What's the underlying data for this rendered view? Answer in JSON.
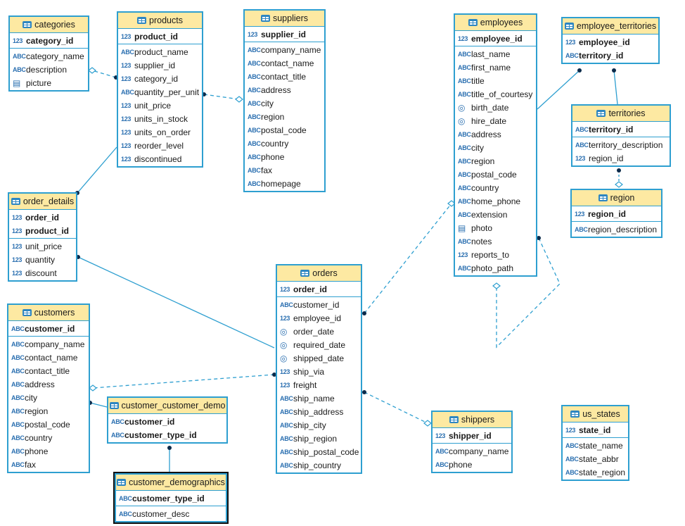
{
  "icons": {
    "num": "123",
    "text": "ABC",
    "date": "◎",
    "blob": "▤"
  },
  "entities": {
    "categories": {
      "title": "categories",
      "keys": [
        {
          "t": "num",
          "n": "category_id"
        }
      ],
      "cols": [
        {
          "t": "text",
          "n": "category_name"
        },
        {
          "t": "text",
          "n": "description"
        },
        {
          "t": "blob",
          "n": "picture"
        }
      ]
    },
    "products": {
      "title": "products",
      "keys": [
        {
          "t": "num",
          "n": "product_id"
        }
      ],
      "cols": [
        {
          "t": "text",
          "n": "product_name"
        },
        {
          "t": "num",
          "n": "supplier_id"
        },
        {
          "t": "num",
          "n": "category_id"
        },
        {
          "t": "text",
          "n": "quantity_per_unit"
        },
        {
          "t": "num",
          "n": "unit_price"
        },
        {
          "t": "num",
          "n": "units_in_stock"
        },
        {
          "t": "num",
          "n": "units_on_order"
        },
        {
          "t": "num",
          "n": "reorder_level"
        },
        {
          "t": "num",
          "n": "discontinued"
        }
      ]
    },
    "suppliers": {
      "title": "suppliers",
      "keys": [
        {
          "t": "num",
          "n": "supplier_id"
        }
      ],
      "cols": [
        {
          "t": "text",
          "n": "company_name"
        },
        {
          "t": "text",
          "n": "contact_name"
        },
        {
          "t": "text",
          "n": "contact_title"
        },
        {
          "t": "text",
          "n": "address"
        },
        {
          "t": "text",
          "n": "city"
        },
        {
          "t": "text",
          "n": "region"
        },
        {
          "t": "text",
          "n": "postal_code"
        },
        {
          "t": "text",
          "n": "country"
        },
        {
          "t": "text",
          "n": "phone"
        },
        {
          "t": "text",
          "n": "fax"
        },
        {
          "t": "text",
          "n": "homepage"
        }
      ]
    },
    "employees": {
      "title": "employees",
      "keys": [
        {
          "t": "num",
          "n": "employee_id"
        }
      ],
      "cols": [
        {
          "t": "text",
          "n": "last_name"
        },
        {
          "t": "text",
          "n": "first_name"
        },
        {
          "t": "text",
          "n": "title"
        },
        {
          "t": "text",
          "n": "title_of_courtesy"
        },
        {
          "t": "date",
          "n": "birth_date"
        },
        {
          "t": "date",
          "n": "hire_date"
        },
        {
          "t": "text",
          "n": "address"
        },
        {
          "t": "text",
          "n": "city"
        },
        {
          "t": "text",
          "n": "region"
        },
        {
          "t": "text",
          "n": "postal_code"
        },
        {
          "t": "text",
          "n": "country"
        },
        {
          "t": "text",
          "n": "home_phone"
        },
        {
          "t": "text",
          "n": "extension"
        },
        {
          "t": "blob",
          "n": "photo"
        },
        {
          "t": "text",
          "n": "notes"
        },
        {
          "t": "num",
          "n": "reports_to"
        },
        {
          "t": "text",
          "n": "photo_path"
        }
      ]
    },
    "employee_territories": {
      "title": "employee_territories",
      "keys": [
        {
          "t": "num",
          "n": "employee_id"
        },
        {
          "t": "text",
          "n": "territory_id"
        }
      ],
      "cols": []
    },
    "territories": {
      "title": "territories",
      "keys": [
        {
          "t": "text",
          "n": "territory_id"
        }
      ],
      "cols": [
        {
          "t": "text",
          "n": "territory_description"
        },
        {
          "t": "num",
          "n": "region_id"
        }
      ]
    },
    "region": {
      "title": "region",
      "keys": [
        {
          "t": "num",
          "n": "region_id"
        }
      ],
      "cols": [
        {
          "t": "text",
          "n": "region_description"
        }
      ]
    },
    "order_details": {
      "title": "order_details",
      "keys": [
        {
          "t": "num",
          "n": "order_id"
        },
        {
          "t": "num",
          "n": "product_id"
        }
      ],
      "cols": [
        {
          "t": "num",
          "n": "unit_price"
        },
        {
          "t": "num",
          "n": "quantity"
        },
        {
          "t": "num",
          "n": "discount"
        }
      ]
    },
    "orders": {
      "title": "orders",
      "keys": [
        {
          "t": "num",
          "n": "order_id"
        }
      ],
      "cols": [
        {
          "t": "text",
          "n": "customer_id"
        },
        {
          "t": "num",
          "n": "employee_id"
        },
        {
          "t": "date",
          "n": "order_date"
        },
        {
          "t": "date",
          "n": "required_date"
        },
        {
          "t": "date",
          "n": "shipped_date"
        },
        {
          "t": "num",
          "n": "ship_via"
        },
        {
          "t": "num",
          "n": "freight"
        },
        {
          "t": "text",
          "n": "ship_name"
        },
        {
          "t": "text",
          "n": "ship_address"
        },
        {
          "t": "text",
          "n": "ship_city"
        },
        {
          "t": "text",
          "n": "ship_region"
        },
        {
          "t": "text",
          "n": "ship_postal_code"
        },
        {
          "t": "text",
          "n": "ship_country"
        }
      ]
    },
    "customers": {
      "title": "customers",
      "keys": [
        {
          "t": "text",
          "n": "customer_id"
        }
      ],
      "cols": [
        {
          "t": "text",
          "n": "company_name"
        },
        {
          "t": "text",
          "n": "contact_name"
        },
        {
          "t": "text",
          "n": "contact_title"
        },
        {
          "t": "text",
          "n": "address"
        },
        {
          "t": "text",
          "n": "city"
        },
        {
          "t": "text",
          "n": "region"
        },
        {
          "t": "text",
          "n": "postal_code"
        },
        {
          "t": "text",
          "n": "country"
        },
        {
          "t": "text",
          "n": "phone"
        },
        {
          "t": "text",
          "n": "fax"
        }
      ]
    },
    "customer_customer_demo": {
      "title": "customer_customer_demo",
      "keys": [
        {
          "t": "text",
          "n": "customer_id"
        },
        {
          "t": "text",
          "n": "customer_type_id"
        }
      ],
      "cols": []
    },
    "customer_demographics": {
      "title": "customer_demographics",
      "keys": [
        {
          "t": "text",
          "n": "customer_type_id"
        }
      ],
      "cols": [
        {
          "t": "text",
          "n": "customer_desc"
        }
      ]
    },
    "shippers": {
      "title": "shippers",
      "keys": [
        {
          "t": "num",
          "n": "shipper_id"
        }
      ],
      "cols": [
        {
          "t": "text",
          "n": "company_name"
        },
        {
          "t": "text",
          "n": "phone"
        }
      ]
    },
    "us_states": {
      "title": "us_states",
      "keys": [
        {
          "t": "num",
          "n": "state_id"
        }
      ],
      "cols": [
        {
          "t": "text",
          "n": "state_name"
        },
        {
          "t": "text",
          "n": "state_abbr"
        },
        {
          "t": "text",
          "n": "state_region"
        }
      ]
    }
  },
  "relationships": [
    {
      "from": "products",
      "to": "categories",
      "style": "dashed"
    },
    {
      "from": "products",
      "to": "suppliers",
      "style": "dashed"
    },
    {
      "from": "order_details",
      "to": "products",
      "style": "solid"
    },
    {
      "from": "order_details",
      "to": "orders",
      "style": "solid"
    },
    {
      "from": "orders",
      "to": "customers",
      "style": "dashed"
    },
    {
      "from": "orders",
      "to": "employees",
      "style": "dashed"
    },
    {
      "from": "orders",
      "to": "shippers",
      "style": "dashed"
    },
    {
      "from": "employees",
      "to": "employees",
      "style": "dashed"
    },
    {
      "from": "employee_territories",
      "to": "employees",
      "style": "solid"
    },
    {
      "from": "employee_territories",
      "to": "territories",
      "style": "solid"
    },
    {
      "from": "territories",
      "to": "region",
      "style": "solid"
    },
    {
      "from": "customer_customer_demo",
      "to": "customers",
      "style": "solid"
    },
    {
      "from": "customer_customer_demo",
      "to": "customer_demographics",
      "style": "solid"
    }
  ],
  "colors": {
    "border": "#2e9fd0",
    "header": "#fde9a2",
    "icon": "#2a6fb0",
    "line": "#2e9fd0"
  }
}
